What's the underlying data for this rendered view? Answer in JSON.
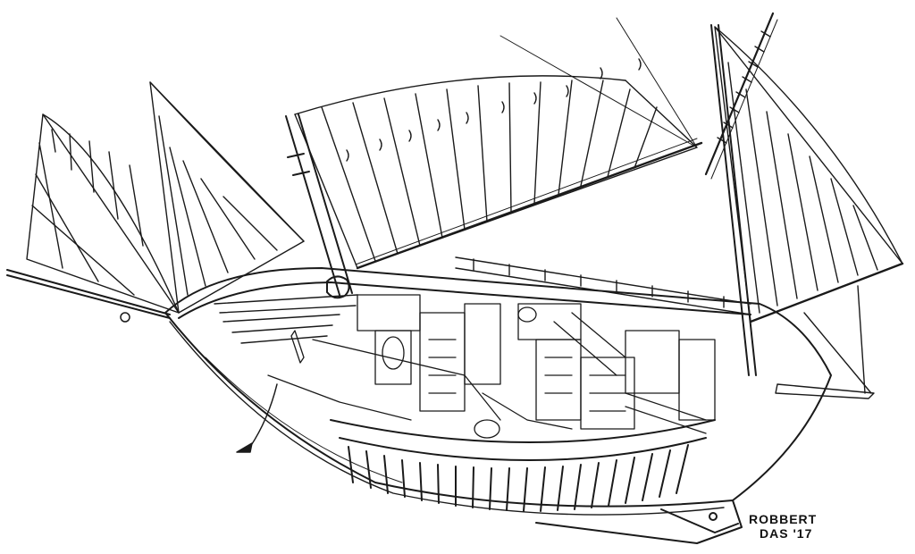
{
  "artwork": {
    "subject": "sailing-boat-cutaway",
    "style": "pen-and-ink",
    "ink_color": "#1a1a1a",
    "paper_color": "#ffffff"
  },
  "signature": {
    "line1": "ROBBERT",
    "line2": "DAS '17"
  }
}
